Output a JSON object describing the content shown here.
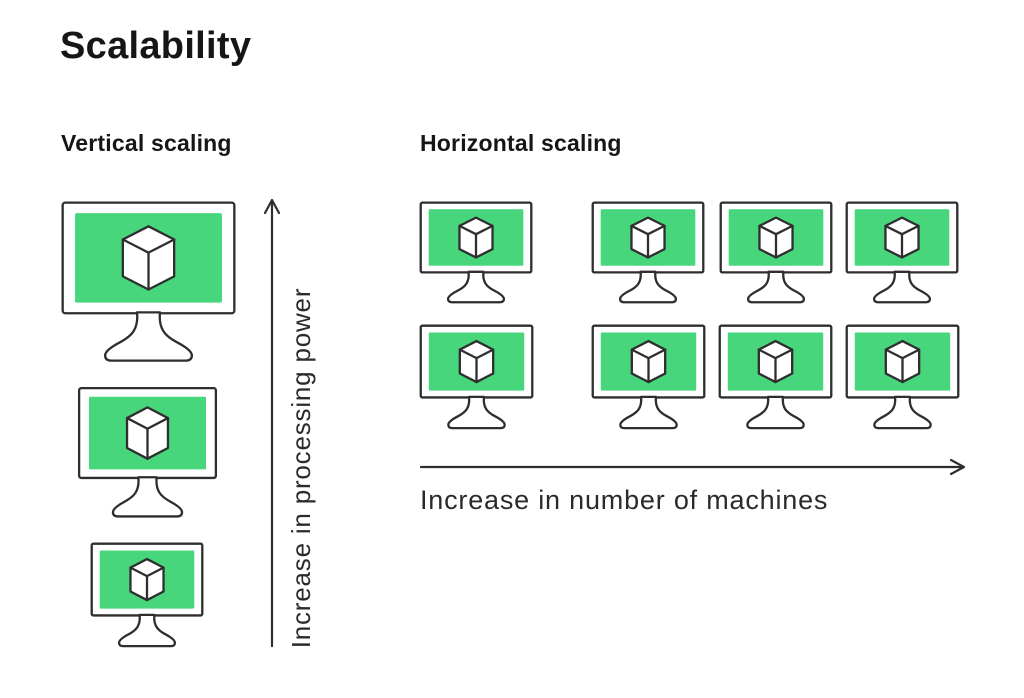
{
  "title": "Scalability",
  "sections": {
    "vertical": {
      "heading": "Vertical scaling",
      "axis_label": "Increase in processing power",
      "axis_direction": "up",
      "monitor_count": 3,
      "monitor_sizes": [
        "large",
        "medium",
        "small"
      ]
    },
    "horizontal": {
      "heading": "Horizontal scaling",
      "axis_label": "Increase in number of machines",
      "axis_direction": "right",
      "monitor_count": 8,
      "rows": 2,
      "columns": 4
    }
  },
  "icons": {
    "monitor": "monitor-icon",
    "cube": "cube-icon",
    "up_arrow": "up-arrow-icon",
    "right_arrow": "right-arrow-icon"
  },
  "colors": {
    "screen_green": "#48d67d",
    "outline": "#2e2e2e",
    "text": "#161616",
    "background": "#ffffff"
  }
}
